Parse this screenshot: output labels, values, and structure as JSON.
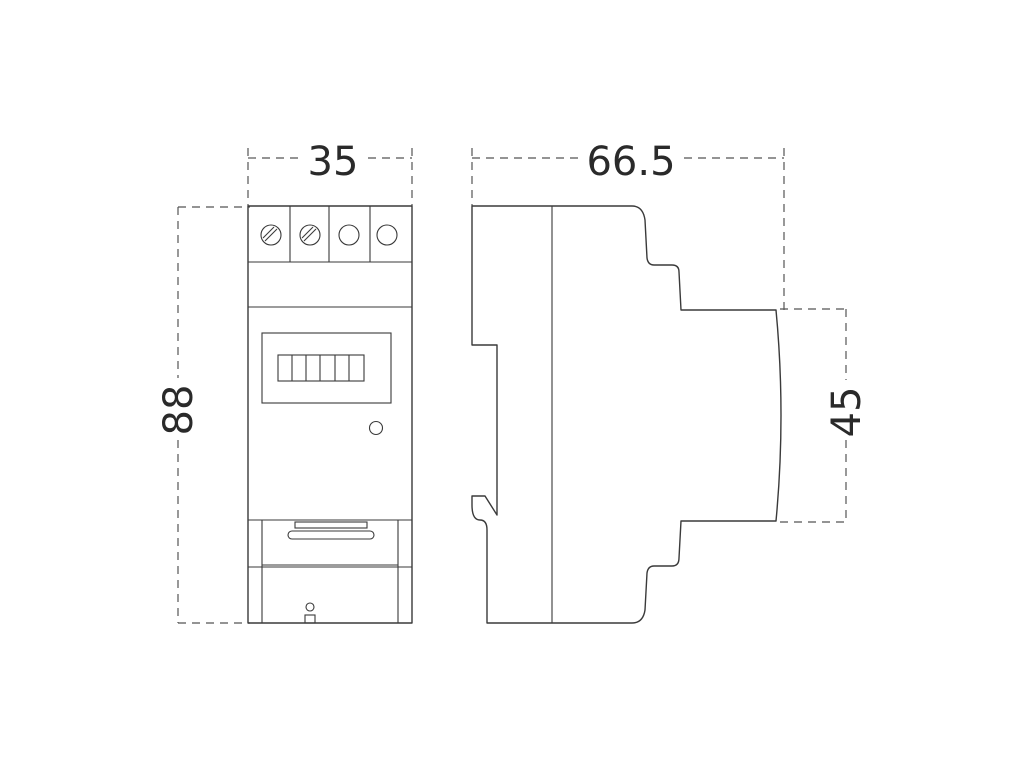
{
  "dimensions": {
    "front_width": "35",
    "side_depth": "66.5",
    "height": "88",
    "rail_height": "45"
  },
  "colors": {
    "line": "#3a3a3a",
    "dimension_line": "#555555",
    "text": "#2a2a2a",
    "background": "#ffffff"
  }
}
